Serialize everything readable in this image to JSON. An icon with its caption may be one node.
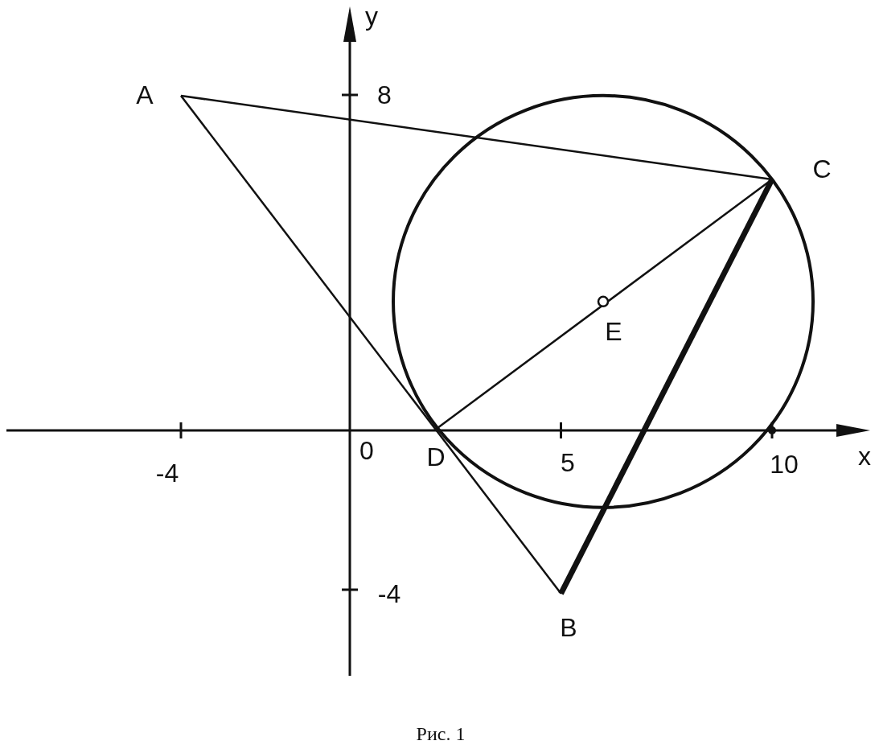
{
  "diagram": {
    "caption": "Рис. 1",
    "nodes": [
      {
        "text": [
          "A"
        ]
      },
      {
        "text": [
          "C"
        ]
      },
      {
        "text": [
          "E"
        ]
      },
      {
        "text": [
          "D"
        ]
      },
      {
        "text": [
          "B"
        ]
      }
    ],
    "edges": [
      {
        "from": 0,
        "to": 4,
        "arrow": "none"
      },
      {
        "from": 0,
        "to": 1,
        "arrow": "none"
      },
      {
        "from": 1,
        "to": 4,
        "arrow": "none",
        "style": "thick"
      },
      {
        "from": 3,
        "to": 1,
        "arrow": "none"
      }
    ],
    "labels": [
      "y",
      "8",
      "x",
      "0",
      "5",
      "10",
      "-4",
      "-4"
    ]
  }
}
